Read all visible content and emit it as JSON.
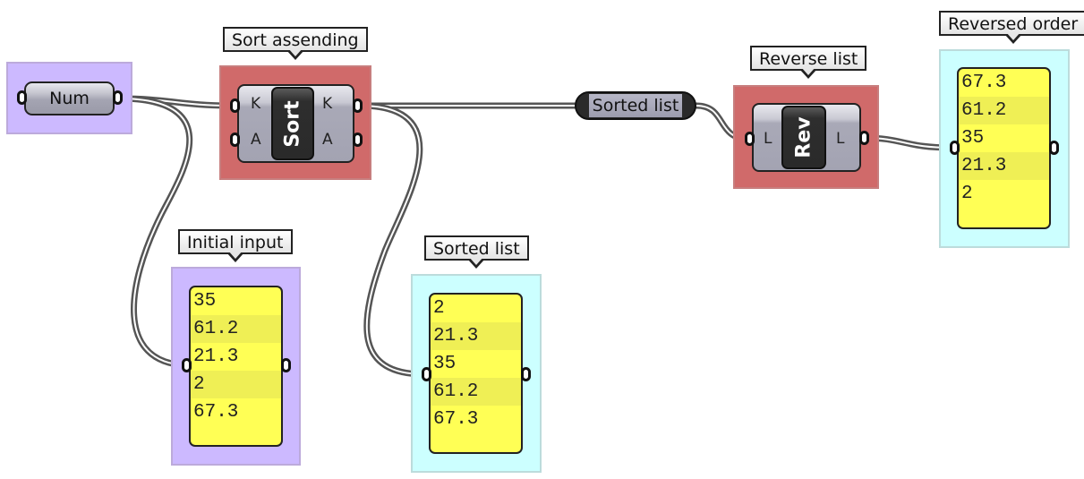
{
  "canvas": {
    "app": "Grasshopper definition",
    "colors": {
      "background": "#ffffff",
      "group_purple": "#ccb9ff",
      "group_red": "#d06a6a",
      "group_cyan": "#ccffff",
      "panel_yellow": "#ffff55",
      "wire": "#555555"
    }
  },
  "num_param": {
    "label": "Num",
    "icon": "number-param-icon"
  },
  "sort_component": {
    "bubble": "Sort assending",
    "nickname": "Sort",
    "inputs": [
      "K",
      "A"
    ],
    "outputs": [
      "K",
      "A"
    ]
  },
  "relay": {
    "label": "Sorted list"
  },
  "reverse_component": {
    "bubble": "Reverse list",
    "nickname": "Rev",
    "inputs": [
      "L"
    ],
    "outputs": [
      "L"
    ]
  },
  "panels": {
    "initial": {
      "bubble": "Initial input",
      "values": [
        "35",
        "61.2",
        "21.3",
        "2",
        "67.3"
      ]
    },
    "sorted": {
      "bubble": "Sorted list",
      "values": [
        "2",
        "21.3",
        "35",
        "61.2",
        "67.3"
      ]
    },
    "reversed": {
      "bubble": "Reversed order",
      "values": [
        "67.3",
        "61.2",
        "35",
        "21.3",
        "2"
      ]
    }
  }
}
